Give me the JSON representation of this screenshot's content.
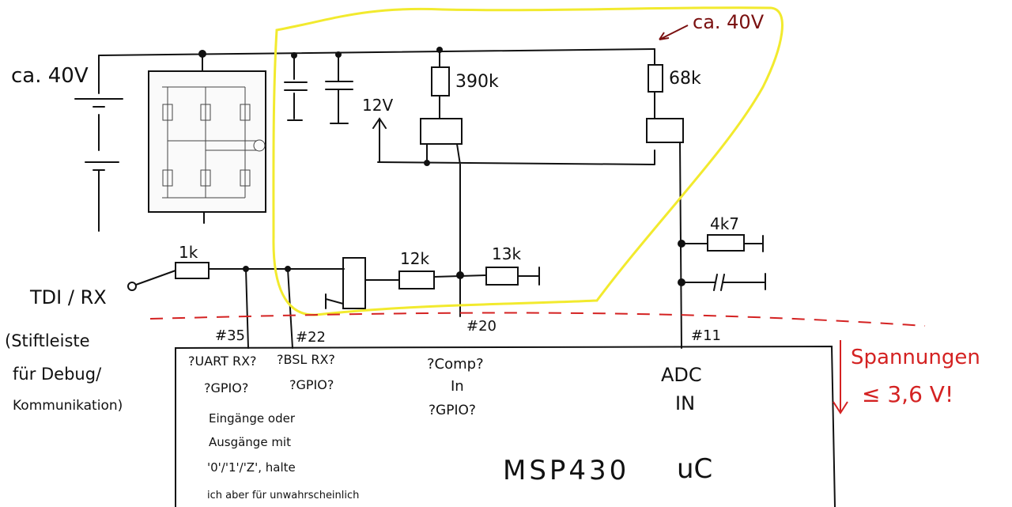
{
  "left_source": {
    "voltage_label": "ca. 40V"
  },
  "top_annotation": {
    "voltage_label": "ca. 40V"
  },
  "divider": {
    "label": "12V"
  },
  "resistors": {
    "r390k": "390k",
    "r68k": "68k",
    "r4k7": "4k7",
    "r1k": "1k",
    "r12k": "12k",
    "r13k": "13k"
  },
  "input": {
    "signal": "TDI / RX",
    "note_lines": [
      "(Stiftleiste",
      "für Debug/",
      "Kommunikation)"
    ]
  },
  "pins": {
    "p35": "#35",
    "p22": "#22",
    "p20": "#20",
    "p11": "#11"
  },
  "chip": {
    "name": "MSP430",
    "suffix": "uC",
    "pin35_func": "?UART RX?",
    "pin35_gpio": "?GPIO?",
    "pin22_func": "?BSL RX?",
    "pin22_gpio": "?GPIO?",
    "pin20_func1": "?Comp?",
    "pin20_func2": "In",
    "pin20_gpio": "?GPIO?",
    "pin11_func1": "ADC",
    "pin11_func2": "IN",
    "note_lines": [
      "Eingänge oder",
      "Ausgänge mit",
      "'0'/'1'/'Z', halte",
      "ich aber für unwahrscheinlich"
    ]
  },
  "voltage_note": {
    "line1": "Spannungen",
    "line2": "≤ 3,6 V!"
  },
  "colors": {
    "ink": "#111111",
    "highlight": "#f2ea2e",
    "warning": "#d42222",
    "annotation": "#7a1010"
  }
}
